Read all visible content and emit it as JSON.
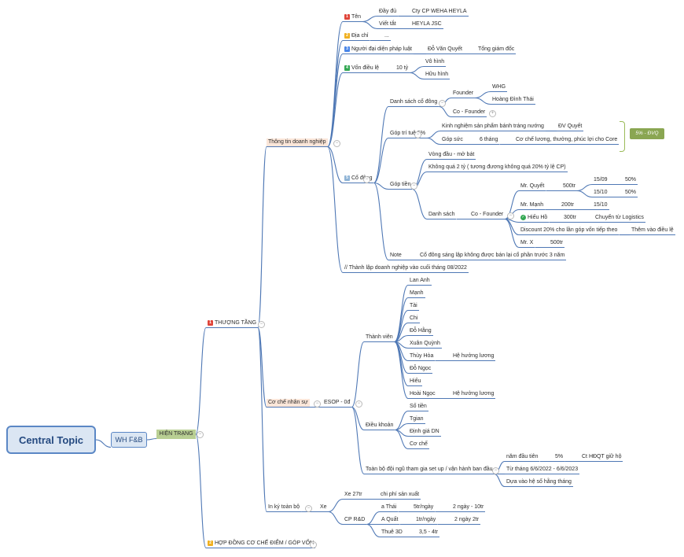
{
  "central_topic": "Central Topic",
  "wh": "WH F&B",
  "hien_trang": "HIỆN TRẠNG",
  "thuong_tang": {
    "label": "THƯỢNG TẦNG",
    "thong_tin": {
      "label": "Thông tin doanh nghiệp",
      "ten": {
        "label": "Tên",
        "day_du": "Đầy đủ",
        "day_du_val": "Cty CP WEHA HEYLA",
        "viet_tat": "Viết tắt",
        "viet_tat_val": "HEYLA JSC"
      },
      "dia_chi": {
        "label": "Địa chỉ",
        "val": "..."
      },
      "dai_dien": {
        "label": "Người đại diện pháp luật",
        "name": "Đỗ Văn Quyết",
        "role": "Tổng giám đốc"
      },
      "von": {
        "label": "Vốn điều lệ",
        "amount": "10 tỷ",
        "vo_hinh": "Vô hình",
        "huu_hinh": "Hữu hình"
      },
      "co_dong": {
        "label": "Cổ đông",
        "danh_sach": {
          "label": "Danh sách cổ đông",
          "founder": "Founder",
          "whg": "WHG",
          "hdt": "Hoàng Đình Thái",
          "cofounder": "Co - Founder"
        },
        "tri_tue": {
          "label": "Góp trí tuệ 5%",
          "kinh_nghiem": "Kinh nghiệm sản phẩm bánh tráng nướng",
          "dv_quyet": "ĐV Quyết",
          "gop_suc": "Góp sức",
          "six_thang": "6 tháng",
          "che_do": "Cơ chế lương, thưởng, phúc lợi cho Core"
        },
        "summary": "5% - ĐVQ",
        "gop_tien": {
          "label": "Góp tiền",
          "vong_dau": "Vòng đầu - mở bát",
          "khong_qua": "Không quá 2 tỷ ( tương đương không quá 20% tỷ lệ CP)",
          "danh_sach": "Danh sách",
          "co_founder": "Co - Founder",
          "quyet": "Mr. Quyết",
          "quyet_amt": "500tr",
          "d1509": "15/09",
          "p50a": "50%",
          "d1510a": "15/10",
          "p50b": "50%",
          "manh": "Mr. Mạnh",
          "manh_amt": "200tr",
          "d1510b": "15/10",
          "hieu": "Hiếu Hồ",
          "hieu_amt": "300tr",
          "logistics": "Chuyển từ Logistics",
          "discount": "Discount 20% cho lần góp vốn tiếp theo",
          "them_vao": "Thêm vào điều lệ",
          "mrx": "Mr. X",
          "mrx_amt": "500tr"
        },
        "note": "Note",
        "note_val": "Cổ đông sáng lập không được bán lại cổ phần trước 3 năm"
      },
      "thanh_lap": "// Thành lập doanh nghiệp vào cuối tháng 08/2022"
    },
    "nhan_su": {
      "label": "Cơ chế nhân sự",
      "esop": "ESOP - 0đ",
      "thanh_vien": "Thành viên",
      "members": [
        "Lan Anh",
        "Mạnh",
        "Tài",
        "Chi",
        "Đỗ Hằng",
        "Xuân Quỳnh",
        "Thùy Hòa",
        "Đỗ Ngọc",
        "Hiếu",
        "Hoài Ngọc"
      ],
      "he_luong_1": "Hệ hưởng lương",
      "he_luong_2": "Hệ hưởng lương",
      "dieu_khoan": "Điều khoản",
      "terms": [
        "Số tiền",
        "Tgian",
        "Định giá DN",
        "Cơ chế"
      ],
      "toan_bo": "Toàn bộ đội ngũ tham gia set up / vận hành ban đầu",
      "nam_dau": "năm đầu tiên",
      "pct5": "5%",
      "ct_hdqt": "Ct HĐQT giữ hộ",
      "tu_thang": "Từ tháng 6/6/2022 - 6/6/2023",
      "dua_vao": "Dựa vào hệ số hằng tháng"
    },
    "in_ky": {
      "label": "In ký toàn bộ",
      "xe": "Xe",
      "xe27": "Xe 27tr",
      "chi_phi": "chi phí sản xuất",
      "cprd": "CP R&D",
      "athai": "a Thái",
      "athai_rate": "5tr/ngày",
      "athai_total": "2 ngày - 10tr",
      "aquat": "A Quất",
      "aquat_rate": "1tr/ngày",
      "aquat_total": "2 ngày 2tr",
      "thue3d": "Thuê 3D",
      "thue3d_val": "3,5 - 4tr"
    }
  },
  "hop_dong": "HỢP ĐỒNG CƠ CHẾ ĐIỂM / GÓP VỐN"
}
